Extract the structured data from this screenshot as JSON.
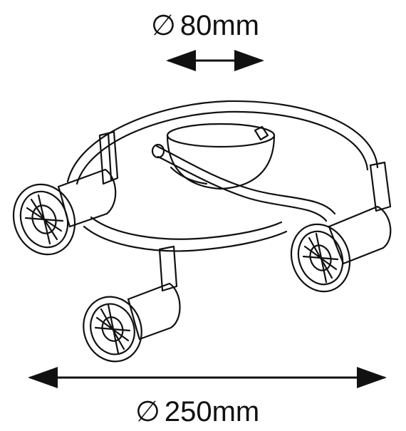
{
  "dimensions": {
    "top": {
      "symbol": "∅",
      "value": "80mm"
    },
    "bottom": {
      "symbol": "∅",
      "value": "250mm"
    }
  },
  "product": {
    "lamp_count": 3
  },
  "colors": {
    "line": "#111111",
    "background": "#ffffff"
  }
}
